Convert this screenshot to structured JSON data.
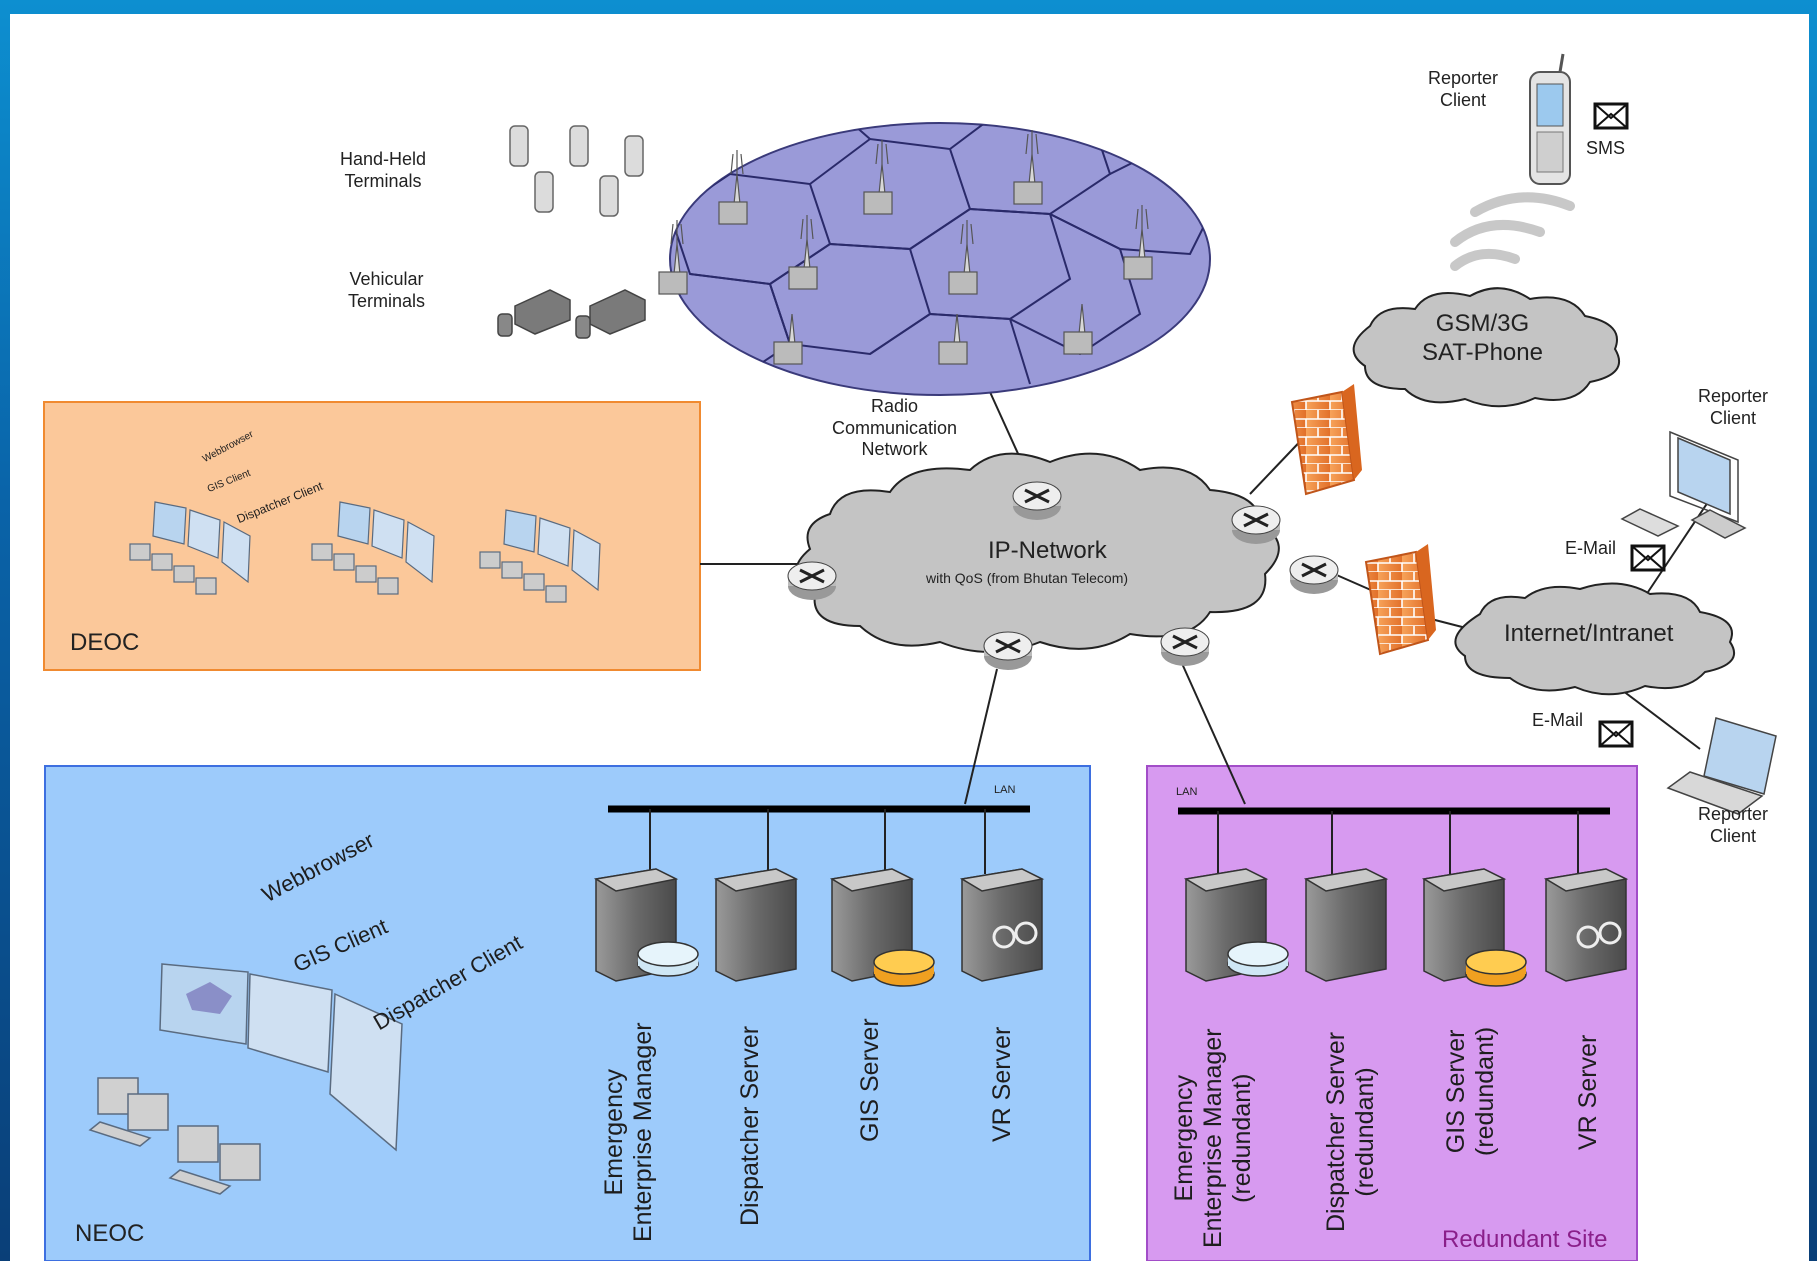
{
  "labels": {
    "handheld": "Hand-Held\nTerminals",
    "vehicular": "Vehicular\nTerminals",
    "radio_network": "Radio\nCommunication\nNetwork",
    "reporter_top": "Reporter\nClient",
    "sms": "SMS",
    "gsm": "GSM/3G\nSAT-Phone",
    "reporter_right": "Reporter\nClient",
    "email_1": "E-Mail",
    "email_2": "E-Mail",
    "reporter_bottom": "Reporter\nClient",
    "ip_network_title": "IP-Network",
    "ip_network_sub": "with QoS (from Bhutan Telecom)",
    "internet": "Internet/Intranet",
    "deoc": "DEOC",
    "deoc_webbrowser": "Webbrowser",
    "deoc_gis": "GIS Client",
    "deoc_dispatcher": "Dispatcher Client",
    "neoc": "NEOC",
    "neoc_webbrowser": "Webbrowser",
    "neoc_gis": "GIS Client",
    "neoc_dispatcher": "Dispatcher Client",
    "lan_neoc": "LAN",
    "lan_redundant": "LAN",
    "redundant_site": "Redundant Site"
  },
  "neoc_servers": [
    "Emergency\nEnterprise Manager",
    "Dispatcher Server",
    "GIS Server",
    "VR Server"
  ],
  "redundant_servers": [
    "Emergency\nEnterprise Manager\n(redundant)",
    "Dispatcher Server\n(redundant)",
    "GIS Server\n(redundant)",
    "VR Server"
  ],
  "colors": {
    "frame": "#0a6fb5",
    "deoc_fill": "#fbc89a",
    "deoc_border": "#f08a30",
    "neoc_fill": "#9dcbfb",
    "neoc_border": "#3d6fe0",
    "redundant_fill": "#d79af0",
    "redundant_border": "#a24dc8",
    "redundant_label": "#8a1f8a",
    "cloud": "#bfbfbf",
    "radio_ellipse": "#8f8fd0",
    "firewall": "#f08a3a"
  }
}
